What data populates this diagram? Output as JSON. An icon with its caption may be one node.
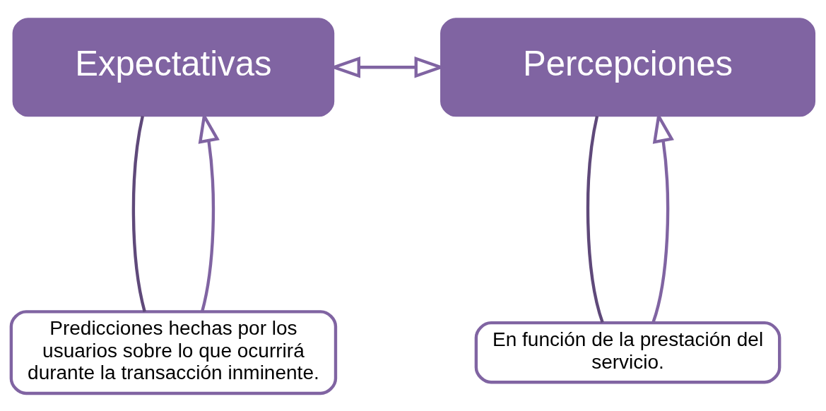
{
  "diagram": {
    "nodes": [
      {
        "text": [
          "Expectativas"
        ]
      },
      {
        "text": [
          "Percepciones"
        ]
      },
      {
        "text": [
          "Predicciones hechas por los usuarios sobre lo que ocurrirá durante la transacción inminente."
        ]
      },
      {
        "text": [
          "En función de la prestación del servicio."
        ]
      }
    ],
    "edges": [
      {
        "from": 0,
        "to": 1,
        "arrow": "both",
        "color": "#8064a2"
      },
      {
        "from": 0,
        "to": 2,
        "arrow": "none"
      },
      {
        "from": 1,
        "to": 3,
        "arrow": "none"
      },
      {
        "from": 2,
        "to": 0,
        "arrow": "to",
        "color": "#8064a2"
      },
      {
        "from": 3,
        "to": 1,
        "arrow": "to",
        "color": "#8064a2"
      }
    ]
  }
}
